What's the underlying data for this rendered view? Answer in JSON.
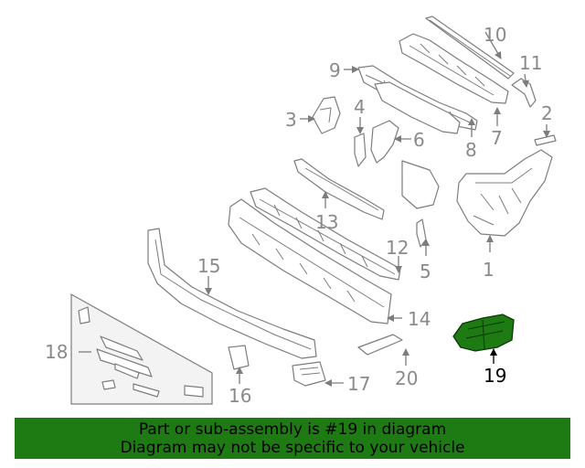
{
  "callouts": [
    "1",
    "2",
    "3",
    "4",
    "5",
    "6",
    "7",
    "8",
    "9",
    "10",
    "11",
    "12",
    "13",
    "14",
    "15",
    "16",
    "17",
    "18",
    "19",
    "20"
  ],
  "highlighted_part": "19",
  "highlight_color": "#1e7a12",
  "banner": {
    "line1": "Part or sub-assembly is #19 in diagram",
    "line2": "Diagram may not be specific to your vehicle",
    "background": "#1e7a12"
  }
}
